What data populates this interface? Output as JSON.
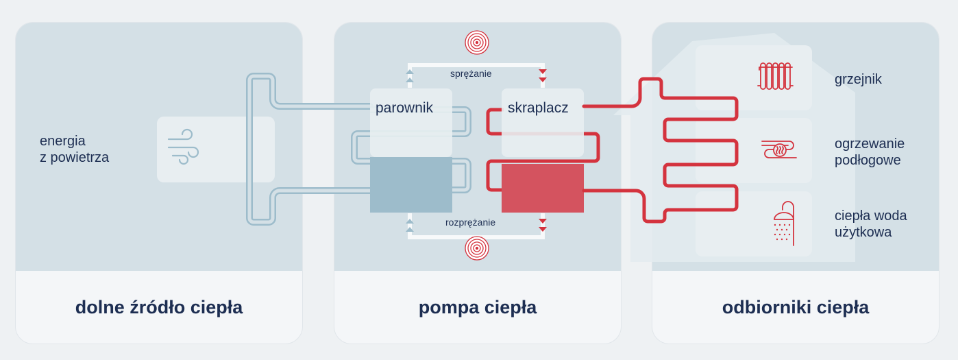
{
  "panels": {
    "source": {
      "caption": "dolne źródło ciepła"
    },
    "pump": {
      "caption": "pompa ciepła"
    },
    "receivers": {
      "caption": "odbiorniki ciepła"
    }
  },
  "source": {
    "label_line1": "energia",
    "label_line2": "z powietrza",
    "icon": "wind-icon"
  },
  "pump": {
    "evaporator": "parownik",
    "condenser": "skraplacz",
    "compression": "sprężanie",
    "expansion": "rozprężanie"
  },
  "receivers": {
    "radiator": "grzejnik",
    "floor_line1": "ogrzewanie",
    "floor_line2": "podłogowe",
    "water_line1": "ciepła woda",
    "water_line2": "użytkowa"
  },
  "colors": {
    "cold": "#9dbccb",
    "hot": "#d4333e",
    "text": "#1d2e52"
  }
}
